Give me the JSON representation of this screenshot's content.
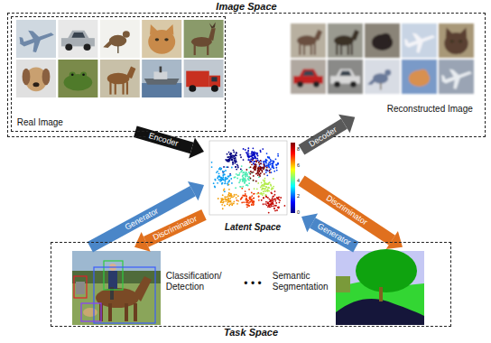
{
  "diagram": {
    "nodes": [
      {
        "text": [
          "Image Space"
        ]
      },
      {
        "text": [
          "Real Image"
        ],
        "in": 0
      },
      {
        "text": [
          "Reconstructed Image"
        ],
        "in": 0
      },
      {
        "text": [
          "Latent Space"
        ]
      },
      {
        "text": [
          "Task Space"
        ]
      },
      {
        "text": [
          "Classification/ Detection"
        ],
        "in": 4
      },
      {
        "text": [
          "Semantic Segmentation"
        ],
        "in": 4
      }
    ],
    "edges": [
      {
        "from": 1,
        "to": 3,
        "label": "Encoder",
        "arrow": "to"
      },
      {
        "from": 3,
        "to": 2,
        "label": "Decoder",
        "arrow": "to"
      },
      {
        "from": 5,
        "to": 3,
        "label": "Generator",
        "arrow": "to"
      },
      {
        "from": 3,
        "to": 5,
        "label": "Discriminator",
        "arrow": "to"
      },
      {
        "from": 3,
        "to": 6,
        "label": "Discriminator",
        "arrow": "to"
      },
      {
        "from": 6,
        "to": 3,
        "label": "Generator",
        "arrow": "to"
      }
    ],
    "labels": [
      "• • •",
      "8",
      "6",
      "4",
      "2",
      "0"
    ]
  }
}
